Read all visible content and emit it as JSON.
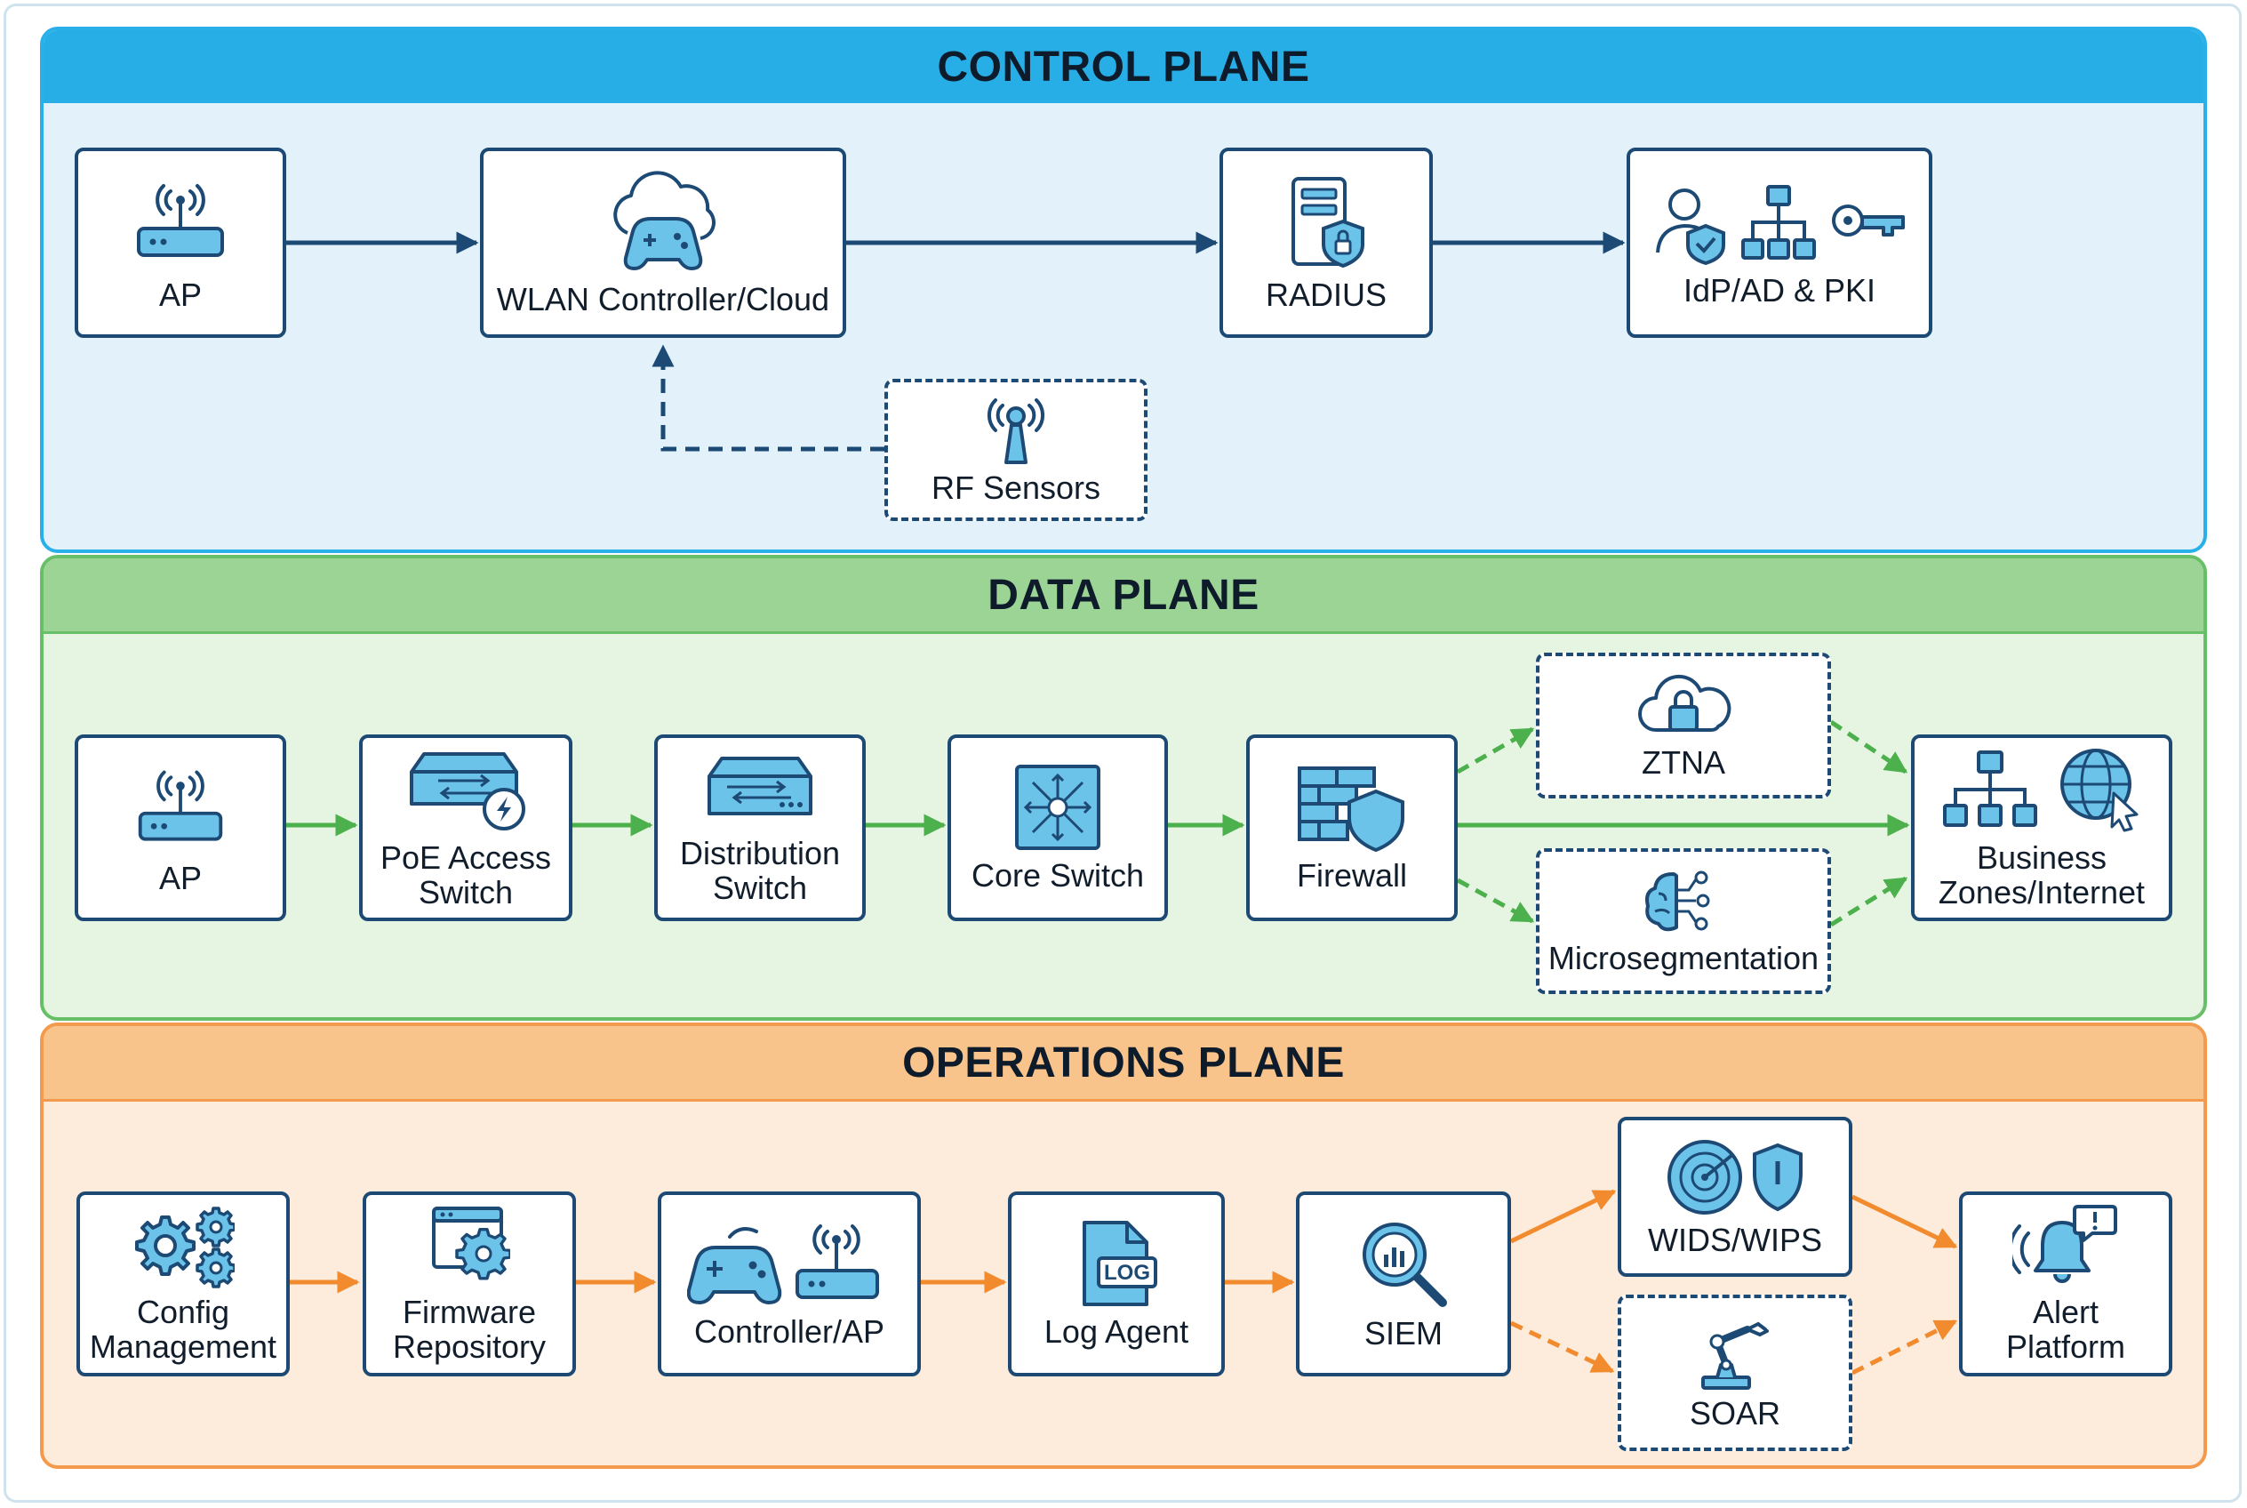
{
  "planes": {
    "control": {
      "title": "CONTROL PLANE"
    },
    "data": {
      "title": "DATA PLANE"
    },
    "ops": {
      "title": "OPERATIONS PLANE"
    }
  },
  "control_nodes": {
    "ap": "AP",
    "wlan": "WLAN Controller/Cloud",
    "radius": "RADIUS",
    "idp": "IdP/AD & PKI",
    "rf": "RF Sensors"
  },
  "data_nodes": {
    "ap": "AP",
    "poe": "PoE Access\nSwitch",
    "dist": "Distribution\nSwitch",
    "core": "Core Switch",
    "firewall": "Firewall",
    "ztna": "ZTNA",
    "micro": "Microsegmentation",
    "business": "Business\nZones/Internet"
  },
  "ops_nodes": {
    "config": "Config\nManagement",
    "firmware": "Firmware\nRepository",
    "ctrlap": "Controller/AP",
    "logagent": "Log Agent",
    "siem": "SIEM",
    "wids": "WIDS/WIPS",
    "soar": "SOAR",
    "alert": "Alert\nPlatform"
  },
  "icon_text": {
    "log": "LOG"
  },
  "colors": {
    "control_header": "#27aee6",
    "control_bg": "#e3f1fb",
    "data_header": "#9bd495",
    "data_bg": "#e6f4e2",
    "ops_header": "#f9c48b",
    "ops_bg": "#fdebdb",
    "node_border": "#1d4a74",
    "icon_fill": "#6cc3ea",
    "control_arrow": "#1d4a74",
    "data_arrow": "#4cb04c",
    "ops_arrow": "#f28a2e"
  }
}
